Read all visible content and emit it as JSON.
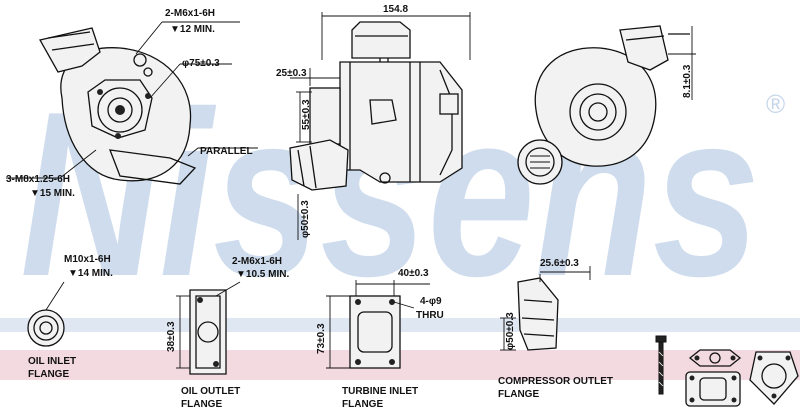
{
  "watermark": {
    "text": "Nissens",
    "registered_mark": "®",
    "color": "#c5d6ea",
    "band_color": "#f3d9e0"
  },
  "left_view": {
    "callout_top_line1": "2-M6x1-6H",
    "callout_top_line2": "▼12 MIN.",
    "dim_diameter": "φ75±0.3",
    "callout_parallel": "PARALLEL",
    "callout_left_line1": "3-M8x1.25-6H",
    "callout_left_line2": "▼15 MIN."
  },
  "center_view": {
    "dim_width": "154.8",
    "dim_25": "25±0.3",
    "dim_55": "55±0.3",
    "dim_50": "φ50±0.3"
  },
  "right_view": {
    "dim_height": "8.1±0.3"
  },
  "flanges": {
    "oil_inlet": {
      "callout_line1": "M10x1-6H",
      "callout_line2": "▼14 MIN.",
      "caption_line1": "OIL INLET",
      "caption_line2": "FLANGE"
    },
    "oil_outlet": {
      "callout_line1": "2-M6x1-6H",
      "callout_line2": "▼10.5 MIN.",
      "dim_vertical": "38±0.3",
      "caption_line1": "OIL OUTLET",
      "caption_line2": "FLANGE"
    },
    "turbine_inlet": {
      "dim_top": "40±0.3",
      "dim_vertical": "73±0.3",
      "callout_line1": "4-φ9",
      "callout_line2": "THRU",
      "caption_line1": "TURBINE INLET",
      "caption_line2": "FLANGE"
    },
    "compressor_outlet": {
      "dim_top": "25.6±0.3",
      "dim_vertical": "φ50±0.3",
      "caption_line1": "COMPRESSOR OUTLET",
      "caption_line2": "FLANGE"
    }
  }
}
